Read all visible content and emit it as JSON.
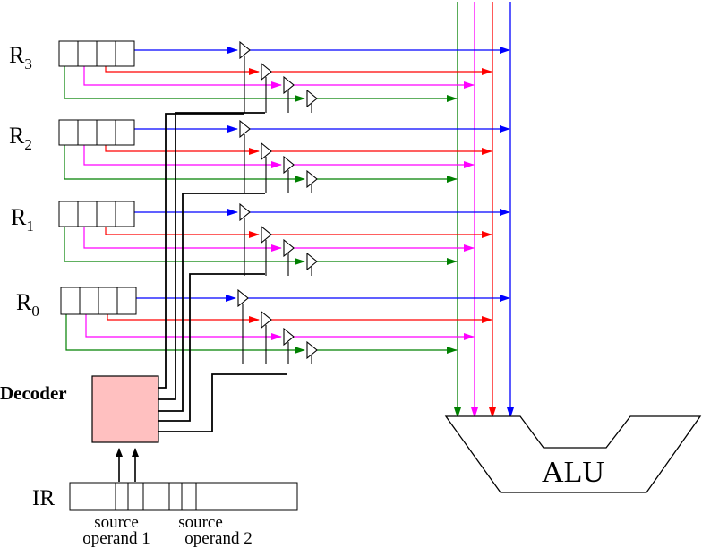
{
  "registers": [
    {
      "base": "R",
      "sub": "3"
    },
    {
      "base": "R",
      "sub": "2"
    },
    {
      "base": "R",
      "sub": "1"
    },
    {
      "base": "R",
      "sub": "0"
    }
  ],
  "decoder": {
    "label": "Decoder",
    "color": "#ffc0c0"
  },
  "alu": {
    "label": "ALU"
  },
  "ir": {
    "label": "IR",
    "fields": [
      {
        "line1": "source",
        "line2": "operand 1"
      },
      {
        "line1": "source",
        "line2": "operand 2"
      }
    ]
  },
  "colors": {
    "blue": "#0000ff",
    "red": "#ff0000",
    "magenta": "#ff00ff",
    "green": "#008000"
  }
}
